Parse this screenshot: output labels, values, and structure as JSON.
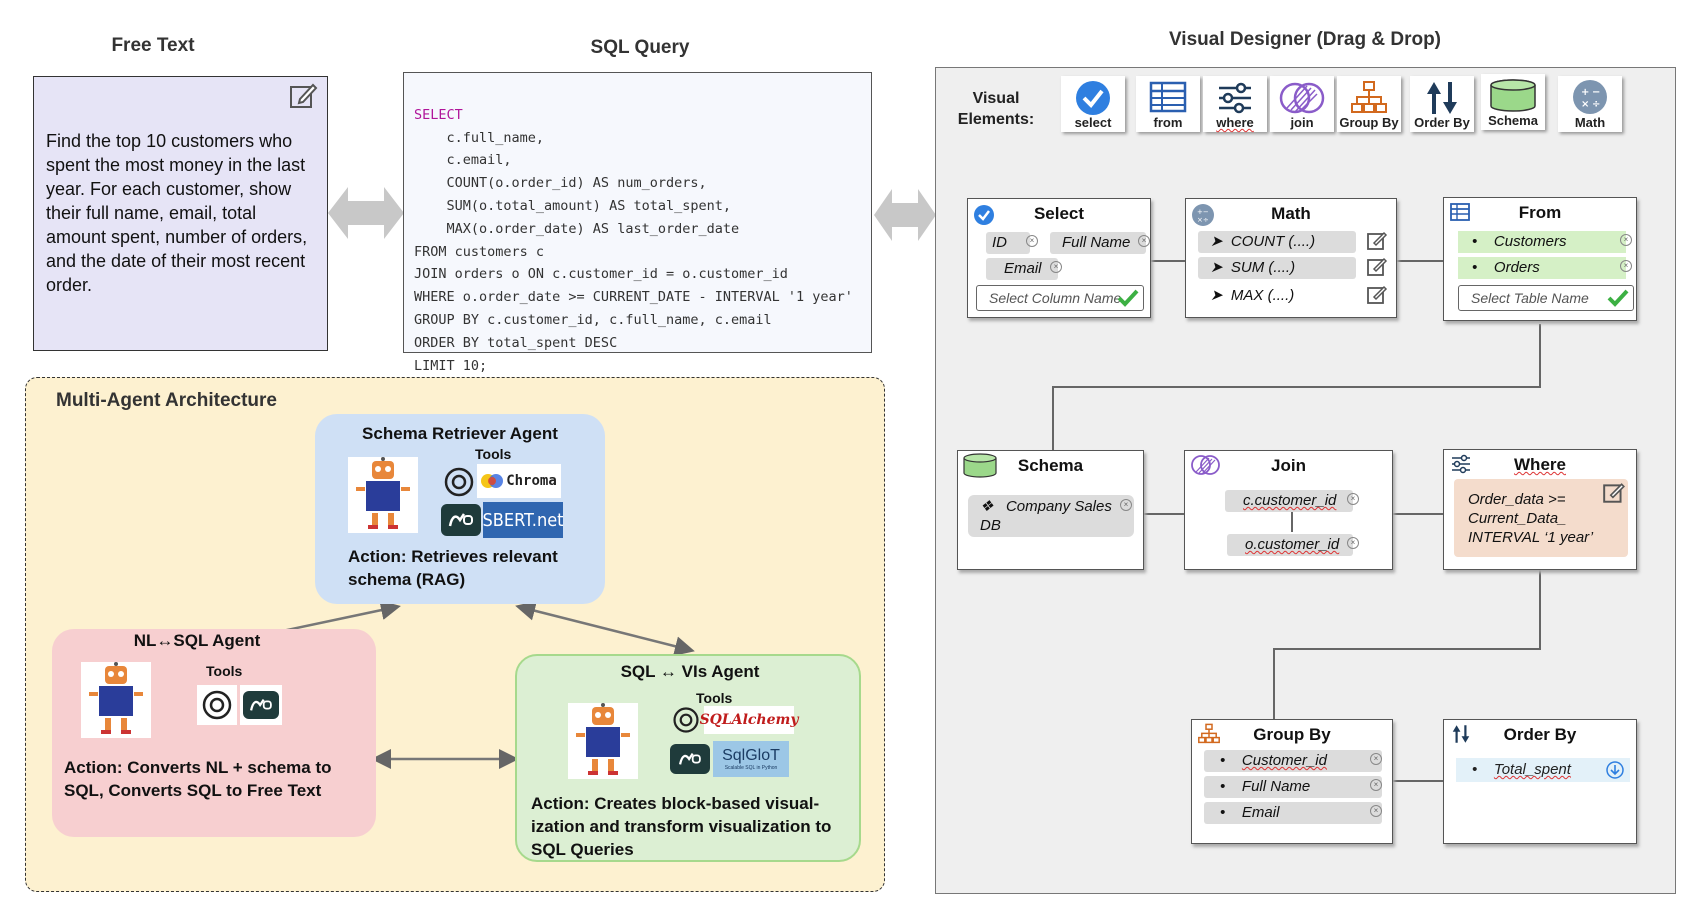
{
  "free_text": {
    "title": "Free Text",
    "body": "Find the top 10 customers who spent the most money in the last year. For each customer, show their full name, email, total amount spent, number of orders, and the date of their most recent order."
  },
  "sql_query": {
    "title": "SQL Query",
    "lines": [
      "SELECT",
      "    c.full_name,",
      "    c.email,",
      "    COUNT(o.order_id) AS num_orders,",
      "    SUM(o.total_amount) AS total_spent,",
      "    MAX(o.order_date) AS last_order_date",
      "FROM customers c",
      "JOIN orders o ON c.customer_id = o.customer_id",
      "WHERE o.order_date >= CURRENT_DATE - INTERVAL '1 year'",
      "GROUP BY c.customer_id, c.full_name, c.email",
      "ORDER BY total_spent DESC",
      "LIMIT 10;"
    ]
  },
  "architecture": {
    "title": "Multi-Agent Architecture",
    "schema_agent": {
      "title": "Schema Retriever Agent",
      "tools_label": "Tools",
      "tools": [
        "Chroma",
        "SBERT.net"
      ],
      "action": "Action: Retrieves relevant schema (RAG)"
    },
    "nl_agent": {
      "title": "NL↔SQL Agent",
      "tools_label": "Tools",
      "action": "Action: Converts NL + schema to SQL, Converts  SQL to Free Text"
    },
    "vis_agent": {
      "title": "SQL ↔ VIs Agent",
      "tools_label": "Tools",
      "tools": [
        "SQLAlchemy",
        "SqlGloT",
        "Scalable SQL in Python"
      ],
      "action": "Action: Creates block-based visual- ization and transform visualization to SQL Queries"
    }
  },
  "designer": {
    "title": "Visual Designer (Drag & Drop)",
    "elements_label": "Visual Elements:",
    "elements": [
      "select",
      "from",
      "where",
      "join",
      "Group By",
      "Order By",
      "Schema",
      "Math"
    ],
    "select_block": {
      "title": "Select",
      "columns": [
        "ID",
        "Full Name",
        "Email"
      ],
      "placeholder": "Select Column Name"
    },
    "math_block": {
      "title": "Math",
      "items": [
        "COUNT (....)",
        "SUM (....)",
        "MAX (....)"
      ]
    },
    "from_block": {
      "title": "From",
      "tables": [
        "Customers",
        "Orders"
      ],
      "placeholder": "Select Table Name"
    },
    "schema_block": {
      "title": "Schema",
      "db": "Company Sales DB"
    },
    "join_block": {
      "title": "Join",
      "left": "c.customer_id",
      "right": "o.customer_id"
    },
    "where_block": {
      "title": "Where",
      "condition": "Order_data >= Current_Data_ INTERVAL ‘1 year’"
    },
    "groupby_block": {
      "title": "Group By",
      "items": [
        "Customer_id",
        "Full Name",
        "Email"
      ]
    },
    "orderby_block": {
      "title": "Order By",
      "items": [
        "Total_spent"
      ]
    }
  },
  "colors": {
    "free_text_bg": "#e6e4f6",
    "arch_bg": "#fdf1d0",
    "schema_agent_bg": "#cfe0f5",
    "nl_agent_bg": "#f7cfd0",
    "vis_agent_bg": "#dcefd3",
    "designer_bg": "#efefef",
    "accent_blue": "#2f7fe0"
  }
}
